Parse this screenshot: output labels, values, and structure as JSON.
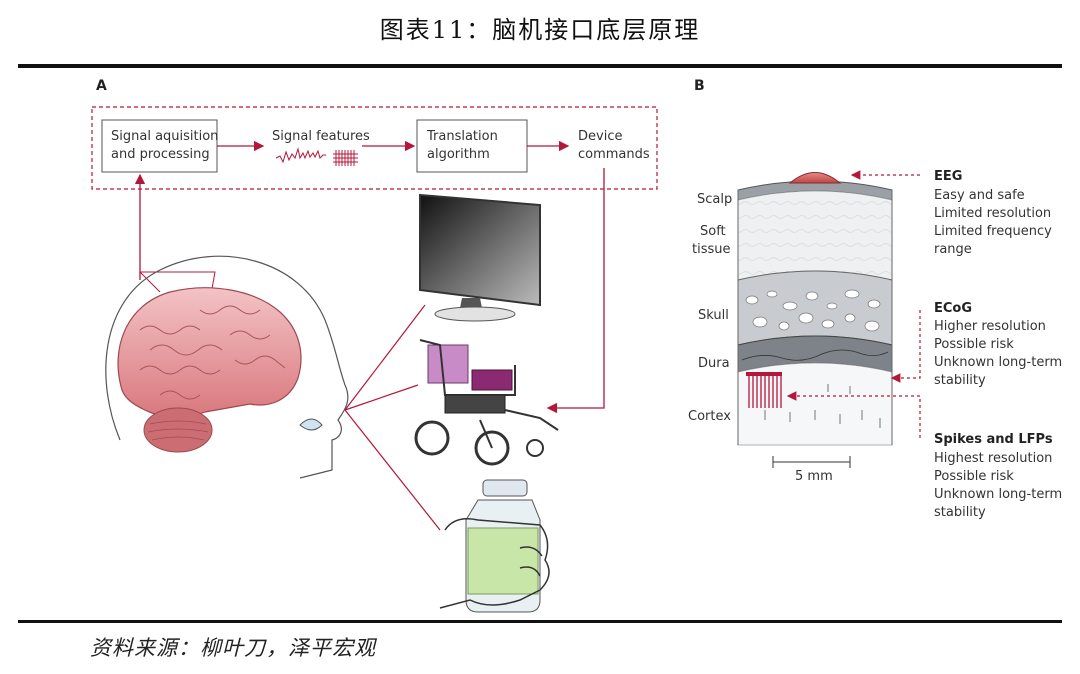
{
  "title": "图表11：脑机接口底层原理",
  "source": "资料来源：柳叶刀，泽平宏观",
  "panel_a": {
    "label": "A",
    "box1_line1": "Signal aquisition",
    "box1_line2": "and processing",
    "features_label": "Signal features",
    "box2_line1": "Translation",
    "box2_line2": "algorithm",
    "device_line1": "Device",
    "device_line2": "commands"
  },
  "panel_b": {
    "label": "B",
    "layers": {
      "scalp": "Scalp",
      "soft1": "Soft",
      "soft2": "tissue",
      "skull": "Skull",
      "dura": "Dura",
      "cortex": "Cortex"
    },
    "scale": "5 mm",
    "eeg": {
      "title": "EEG",
      "l1": "Easy and safe",
      "l2": "Limited resolution",
      "l3": "Limited frequency",
      "l4": "range"
    },
    "ecog": {
      "title": "ECoG",
      "l1": "Higher resolution",
      "l2": "Possible risk",
      "l3": "Unknown long-term",
      "l4": "stability"
    },
    "spikes": {
      "title": "Spikes and LFPs",
      "l1": "Highest resolution",
      "l2": "Possible risk",
      "l3": "Unknown long-term",
      "l4": "stability"
    }
  },
  "colors": {
    "accent": "#b5173a",
    "brain": "#e8a2a5"
  }
}
